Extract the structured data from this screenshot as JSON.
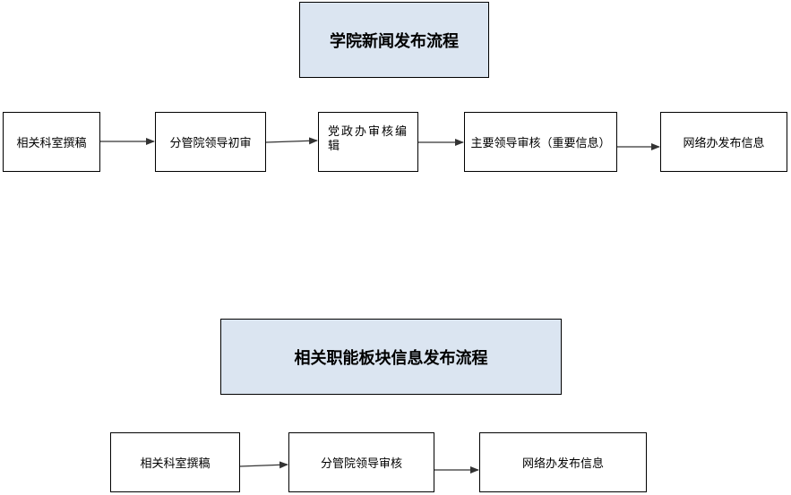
{
  "flow1": {
    "title": "学院新闻发布流程",
    "steps": [
      "相关科室撰稿",
      "分管院领导初审",
      "党政办审核编辑",
      "主要领导审核（重要信息）",
      "网络办发布信息"
    ]
  },
  "flow2": {
    "title": "相关职能板块信息发布流程",
    "steps": [
      "相关科室撰稿",
      "分管院领导审核",
      "网络办发布信息"
    ]
  },
  "colors": {
    "title_fill": "#dbe5f1",
    "border": "#000000",
    "arrow": "#333333"
  }
}
